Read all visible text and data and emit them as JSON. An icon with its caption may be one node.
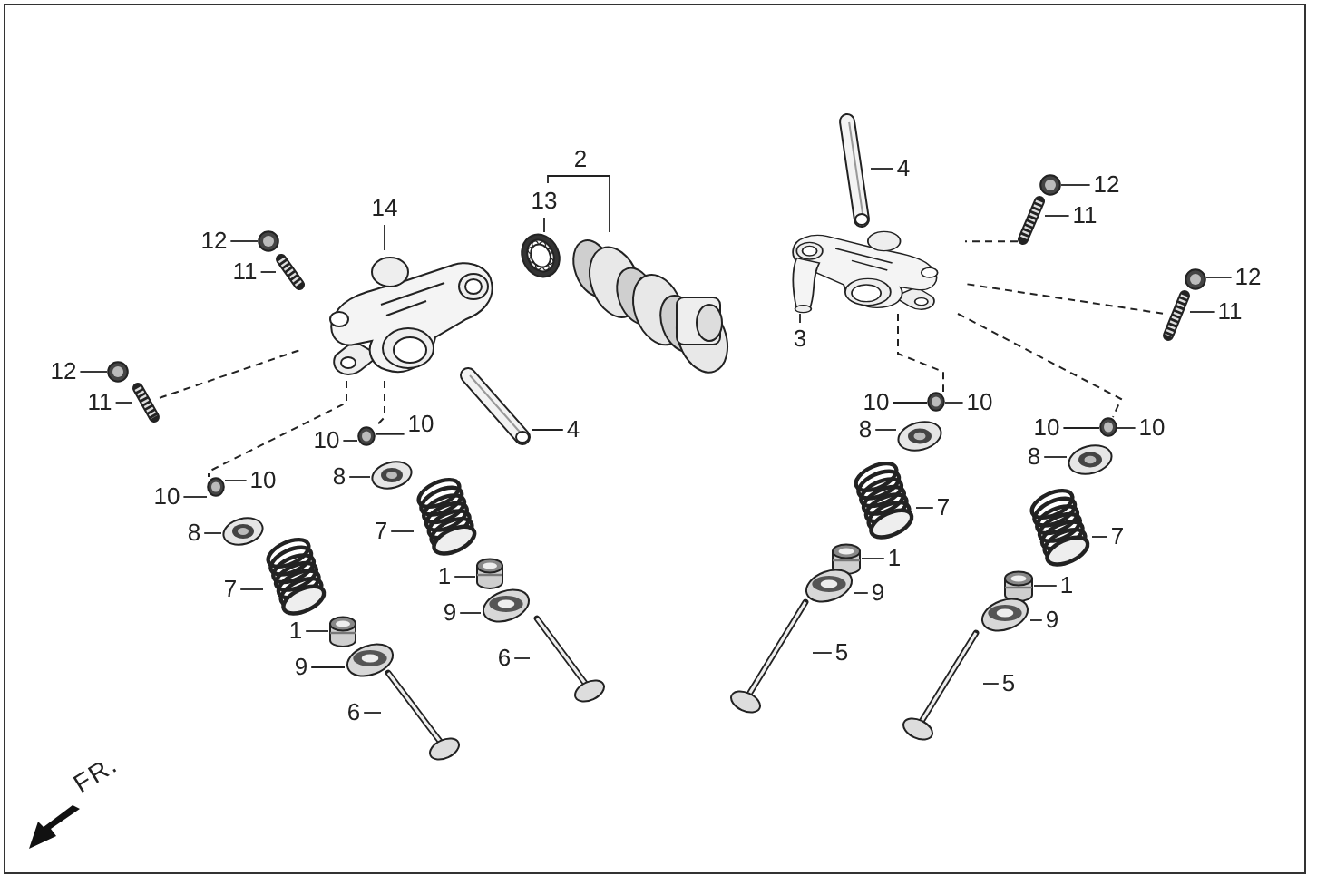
{
  "diagram": {
    "nodes": [
      {
        "text": [
          "2"
        ]
      },
      {
        "text": [],
        "shape": "picture"
      },
      {
        "text": [
          "13"
        ]
      },
      {
        "text": [],
        "shape": "picture"
      },
      {
        "text": [
          "14"
        ]
      },
      {
        "text": [],
        "shape": "picture"
      },
      {
        "text": [
          "12"
        ]
      },
      {
        "text": [],
        "shape": "picture"
      },
      {
        "text": [
          "11"
        ]
      },
      {
        "text": [],
        "shape": "picture"
      },
      {
        "text": [
          "12"
        ]
      },
      {
        "text": [],
        "shape": "picture"
      },
      {
        "text": [
          "11"
        ]
      },
      {
        "text": [],
        "shape": "picture"
      },
      {
        "text": [
          "4"
        ]
      },
      {
        "text": [],
        "shape": "picture"
      },
      {
        "text": [
          "10"
        ]
      },
      {
        "text": [
          "10"
        ]
      },
      {
        "text": [],
        "shape": "picture"
      },
      {
        "text": [
          "10"
        ]
      },
      {
        "text": [
          "10"
        ]
      },
      {
        "text": [],
        "shape": "picture"
      },
      {
        "text": [
          "8"
        ]
      },
      {
        "text": [],
        "shape": "picture"
      },
      {
        "text": [
          "8"
        ]
      },
      {
        "text": [],
        "shape": "picture"
      },
      {
        "text": [
          "7"
        ]
      },
      {
        "text": [],
        "shape": "picture"
      },
      {
        "text": [
          "7"
        ]
      },
      {
        "text": [],
        "shape": "picture"
      },
      {
        "text": [
          "1"
        ]
      },
      {
        "text": [],
        "shape": "picture"
      },
      {
        "text": [
          "1"
        ]
      },
      {
        "text": [],
        "shape": "picture"
      },
      {
        "text": [
          "9"
        ]
      },
      {
        "text": [],
        "shape": "picture"
      },
      {
        "text": [
          "9"
        ]
      },
      {
        "text": [],
        "shape": "picture"
      },
      {
        "text": [
          "6"
        ]
      },
      {
        "text": [],
        "shape": "picture"
      },
      {
        "text": [
          "6"
        ]
      },
      {
        "text": [],
        "shape": "picture"
      },
      {
        "text": [
          "4"
        ]
      },
      {
        "text": [],
        "shape": "picture"
      },
      {
        "text": [
          "12"
        ]
      },
      {
        "text": [],
        "shape": "picture"
      },
      {
        "text": [
          "11"
        ]
      },
      {
        "text": [],
        "shape": "picture"
      },
      {
        "text": [
          "3"
        ]
      },
      {
        "text": [],
        "shape": "picture"
      },
      {
        "text": [
          "12"
        ]
      },
      {
        "text": [],
        "shape": "picture"
      },
      {
        "text": [
          "11"
        ]
      },
      {
        "text": [],
        "shape": "picture"
      },
      {
        "text": [
          "10"
        ]
      },
      {
        "text": [
          "10"
        ]
      },
      {
        "text": [],
        "shape": "picture"
      },
      {
        "text": [
          "10"
        ]
      },
      {
        "text": [
          "10"
        ]
      },
      {
        "text": [],
        "shape": "picture"
      },
      {
        "text": [
          "8"
        ]
      },
      {
        "text": [],
        "shape": "picture"
      },
      {
        "text": [
          "8"
        ]
      },
      {
        "text": [],
        "shape": "picture"
      },
      {
        "text": [
          "7"
        ]
      },
      {
        "text": [],
        "shape": "picture"
      },
      {
        "text": [
          "7"
        ]
      },
      {
        "text": [],
        "shape": "picture"
      },
      {
        "text": [
          "1"
        ]
      },
      {
        "text": [],
        "shape": "picture"
      },
      {
        "text": [
          "1"
        ]
      },
      {
        "text": [],
        "shape": "picture"
      },
      {
        "text": [
          "9"
        ]
      },
      {
        "text": [],
        "shape": "picture"
      },
      {
        "text": [
          "9"
        ]
      },
      {
        "text": [],
        "shape": "picture"
      },
      {
        "text": [
          "5"
        ]
      },
      {
        "text": [],
        "shape": "picture"
      },
      {
        "text": [
          "5"
        ]
      },
      {
        "text": [],
        "shape": "picture"
      }
    ],
    "edges": [
      {
        "from": 0,
        "to": 1,
        "arrow": "none"
      },
      {
        "from": 2,
        "to": 3,
        "arrow": "none"
      },
      {
        "from": 4,
        "to": 5,
        "arrow": "none"
      },
      {
        "from": 6,
        "to": 7,
        "arrow": "none"
      },
      {
        "from": 8,
        "to": 9,
        "arrow": "none"
      },
      {
        "from": 10,
        "to": 11,
        "arrow": "none"
      },
      {
        "from": 12,
        "to": 13,
        "arrow": "none"
      },
      {
        "from": 14,
        "to": 15,
        "arrow": "none"
      },
      {
        "from": 16,
        "to": 18,
        "arrow": "none"
      },
      {
        "from": 17,
        "to": 18,
        "arrow": "none"
      },
      {
        "from": 19,
        "to": 21,
        "arrow": "none"
      },
      {
        "from": 20,
        "to": 21,
        "arrow": "none"
      },
      {
        "from": 22,
        "to": 23,
        "arrow": "none"
      },
      {
        "from": 24,
        "to": 25,
        "arrow": "none"
      },
      {
        "from": 26,
        "to": 27,
        "arrow": "none"
      },
      {
        "from": 28,
        "to": 29,
        "arrow": "none"
      },
      {
        "from": 30,
        "to": 31,
        "arrow": "none"
      },
      {
        "from": 32,
        "to": 33,
        "arrow": "none"
      },
      {
        "from": 34,
        "to": 35,
        "arrow": "none"
      },
      {
        "from": 36,
        "to": 37,
        "arrow": "none"
      },
      {
        "from": 38,
        "to": 39,
        "arrow": "none"
      },
      {
        "from": 40,
        "to": 41,
        "arrow": "none"
      },
      {
        "from": 42,
        "to": 43,
        "arrow": "none"
      },
      {
        "from": 44,
        "to": 45,
        "arrow": "none"
      },
      {
        "from": 46,
        "to": 47,
        "arrow": "none"
      },
      {
        "from": 48,
        "to": 49,
        "arrow": "none"
      },
      {
        "from": 50,
        "to": 51,
        "arrow": "none"
      },
      {
        "from": 52,
        "to": 53,
        "arrow": "none"
      },
      {
        "from": 54,
        "to": 56,
        "arrow": "none"
      },
      {
        "from": 55,
        "to": 56,
        "arrow": "none"
      },
      {
        "from": 57,
        "to": 59,
        "arrow": "none"
      },
      {
        "from": 58,
        "to": 59,
        "arrow": "none"
      },
      {
        "from": 60,
        "to": 61,
        "arrow": "none"
      },
      {
        "from": 62,
        "to": 63,
        "arrow": "none"
      },
      {
        "from": 64,
        "to": 65,
        "arrow": "none"
      },
      {
        "from": 66,
        "to": 67,
        "arrow": "none"
      },
      {
        "from": 68,
        "to": 69,
        "arrow": "none"
      },
      {
        "from": 70,
        "to": 71,
        "arrow": "none"
      },
      {
        "from": 72,
        "to": 73,
        "arrow": "none"
      },
      {
        "from": 74,
        "to": 75,
        "arrow": "none"
      },
      {
        "from": 76,
        "to": 77,
        "arrow": "none"
      },
      {
        "from": 78,
        "to": 79,
        "arrow": "none"
      },
      {
        "from": 13,
        "to": 5,
        "arrow": "none",
        "style": "dashed"
      },
      {
        "from": 5,
        "to": 21,
        "arrow": "none",
        "style": "dashed"
      },
      {
        "from": 5,
        "to": 18,
        "arrow": "none",
        "style": "dashed"
      },
      {
        "from": 47,
        "to": 49,
        "arrow": "none",
        "style": "dashed"
      },
      {
        "from": 53,
        "to": 49,
        "arrow": "none",
        "style": "dashed"
      },
      {
        "from": 49,
        "to": 56,
        "arrow": "none",
        "style": "dashed"
      },
      {
        "from": 49,
        "to": 59,
        "arrow": "none",
        "style": "dashed"
      }
    ],
    "labels": [
      "FR."
    ]
  }
}
